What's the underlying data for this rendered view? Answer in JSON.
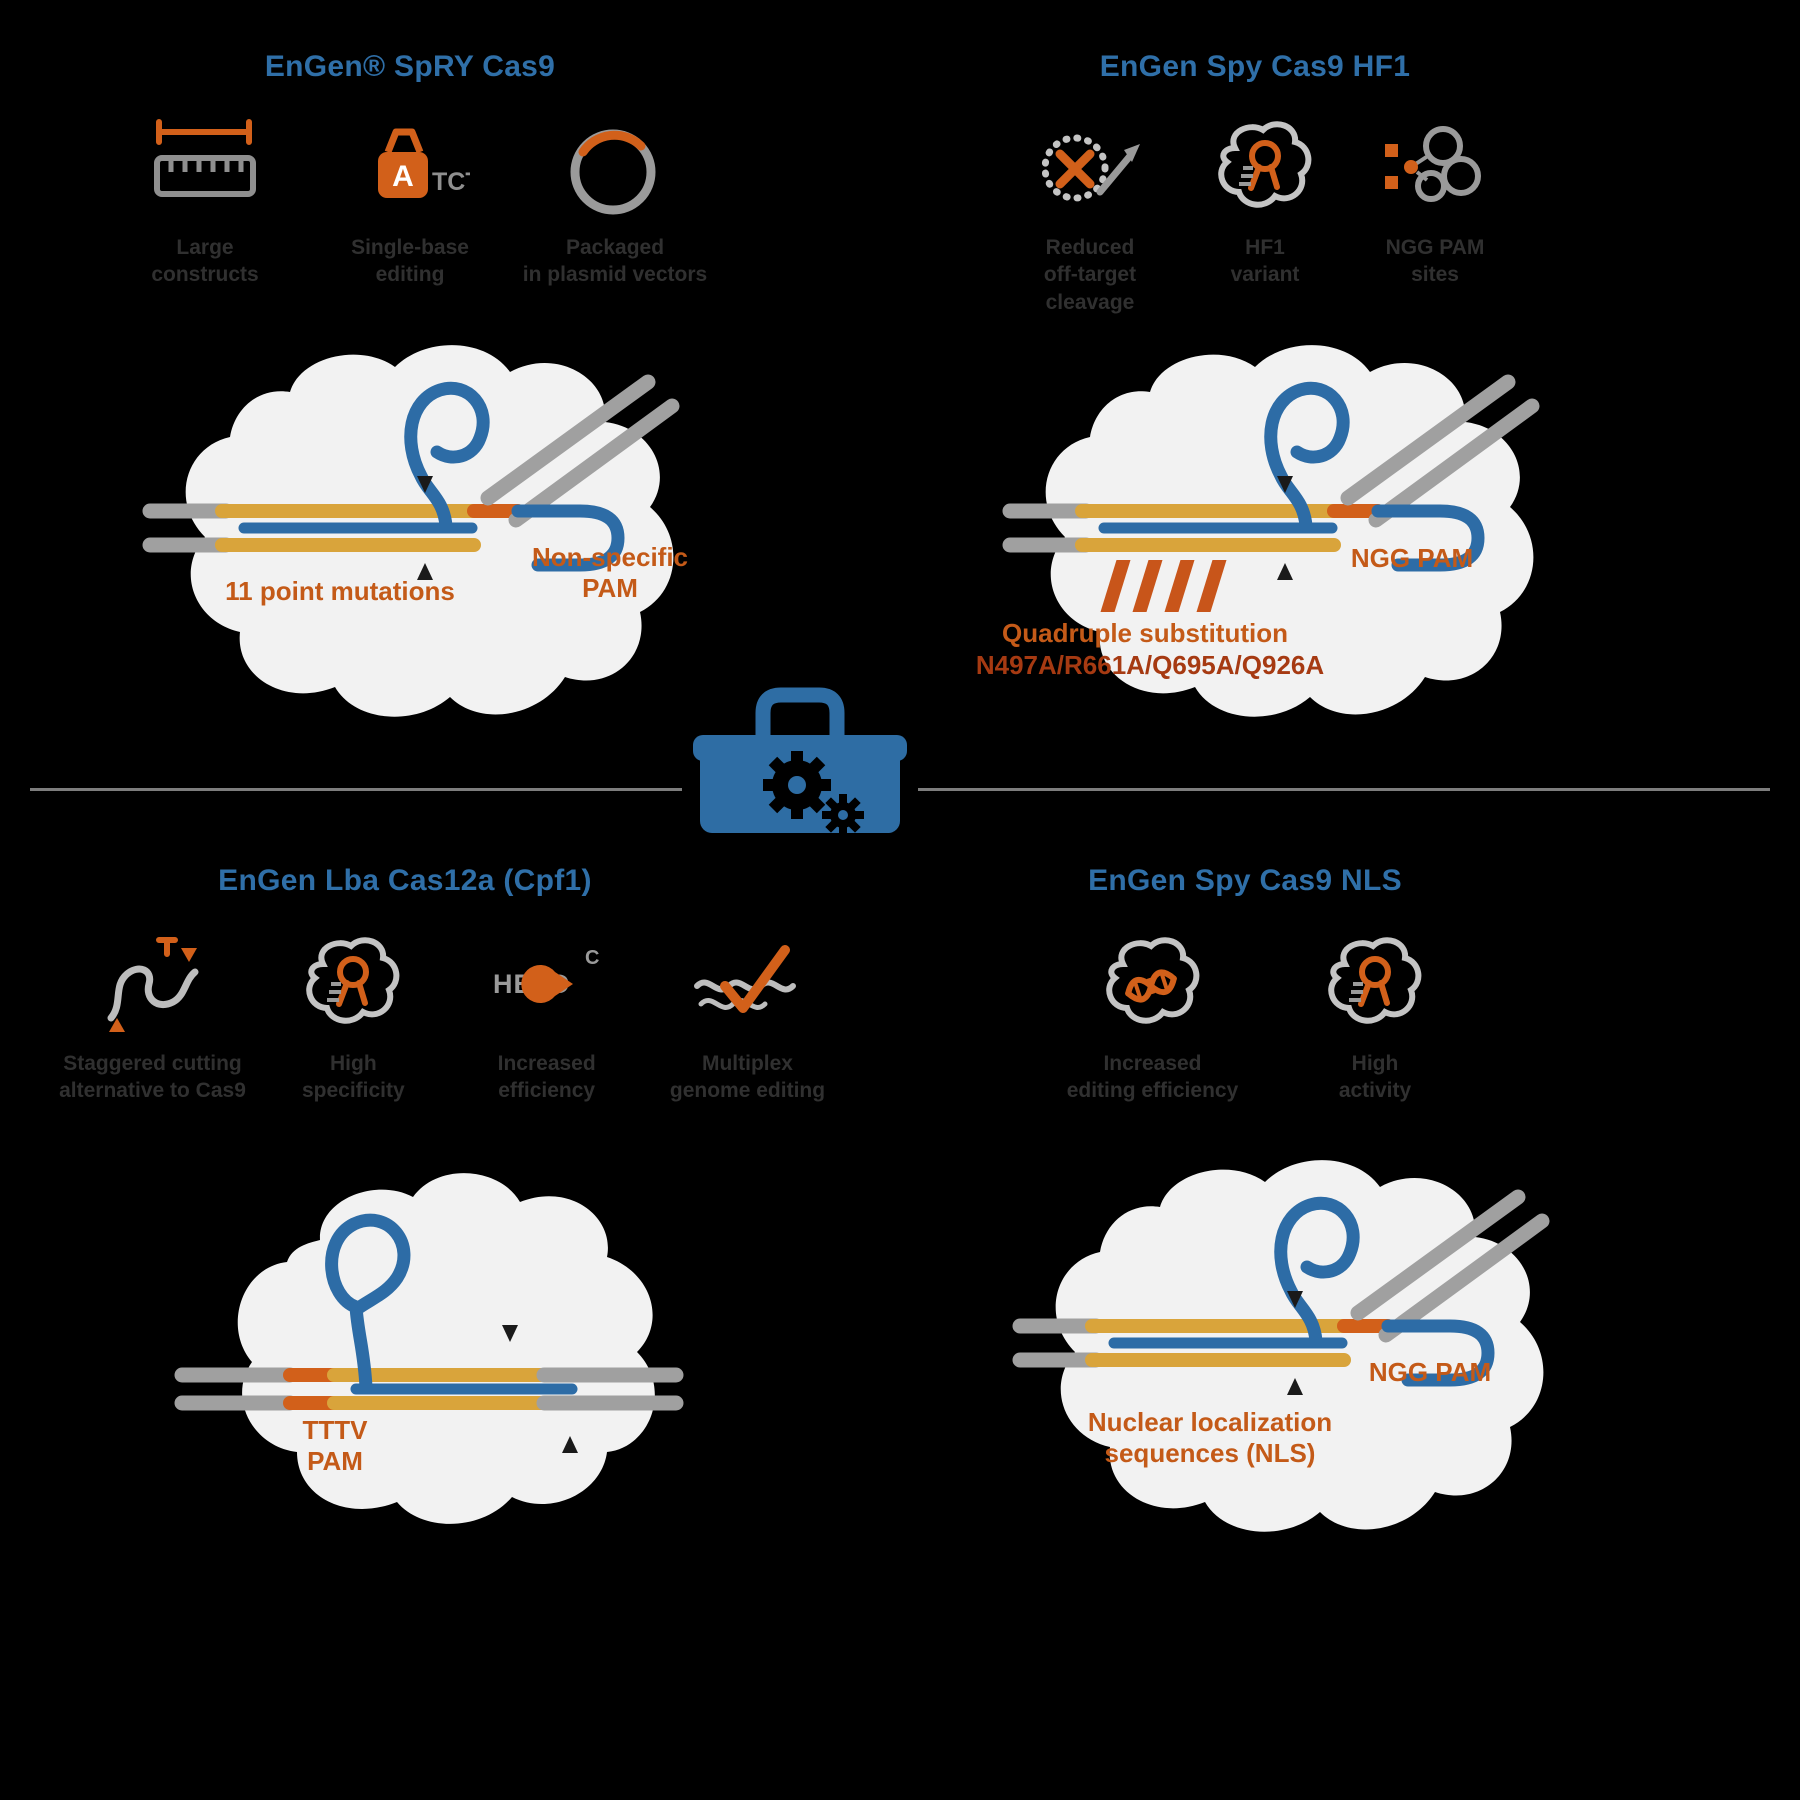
{
  "page": {
    "background": "#000000"
  },
  "colors": {
    "heading_blue": "#2F6FA8",
    "annotation_orange": "#C45A18",
    "deep_red": "#A63A12",
    "strand_gold": "#D9A43B",
    "strand_blue": "#2D6CA6",
    "strand_gray": "#A0A0A0",
    "pam_orange": "#D2601A",
    "toolbox_blue": "#2E6DA4",
    "protein_blob": "#F2F2F2"
  },
  "quadrants": {
    "spry": {
      "title": "EnGen® SpRY Cas9",
      "icons": [
        {
          "name": "ruler-icon",
          "lines": [
            "Large",
            "constructs"
          ]
        },
        {
          "name": "base-weight-icon",
          "lines": [
            "Single-base",
            "editing"
          ],
          "letter": "A",
          "bases": "TCT"
        },
        {
          "name": "plasmid-icon",
          "lines": [
            "Packaged",
            "in plasmid vectors"
          ]
        }
      ],
      "annotations": {
        "point_mutations": "11 point mutations",
        "pam_line1": "Non-specific",
        "pam_line2": "PAM"
      }
    },
    "hf1": {
      "title": "EnGen Spy Cas9 HF1",
      "icons": [
        {
          "name": "off-target-icon",
          "lines": [
            "Reduced",
            "off-target cleavage"
          ]
        },
        {
          "name": "ribbon-icon",
          "lines": [
            "HF1",
            "variant"
          ]
        },
        {
          "name": "pam-sites-icon",
          "lines": [
            "NGG PAM",
            "sites"
          ]
        }
      ],
      "annotations": {
        "pam": "NGG PAM",
        "substitution_line1": "Quadruple substitution",
        "substitution_line2": "N497A/R661A/Q695A/Q926A"
      }
    },
    "cas12a": {
      "title": "EnGen Lba Cas12a (Cpf1)",
      "icons": [
        {
          "name": "staggered-ends-icon",
          "lines": [
            "Staggered cutting",
            "alternative to Cas9"
          ]
        },
        {
          "name": "ribbon-icon",
          "lines": [
            "High",
            "specificity"
          ]
        },
        {
          "name": "crrna-processing-icon",
          "lines": [
            "Increased",
            "efficiency"
          ],
          "letters": "HELD",
          "cut_letter": "C"
        },
        {
          "name": "multiplex-check-icon",
          "lines": [
            "Multiplex",
            "genome editing"
          ]
        }
      ],
      "annotations": {
        "pam_line1": "TTTV",
        "pam_line2": "PAM"
      }
    },
    "nls": {
      "title": "EnGen Spy Cas9 NLS",
      "icons": [
        {
          "name": "nuclear-dna-icon",
          "lines": [
            "Increased",
            "editing efficiency"
          ]
        },
        {
          "name": "ribbon-icon",
          "lines": [
            "High",
            "activity"
          ]
        }
      ],
      "annotations": {
        "pam": "NGG PAM",
        "nls_line1": "Nuclear localization",
        "nls_line2": "sequences (NLS)"
      }
    }
  }
}
